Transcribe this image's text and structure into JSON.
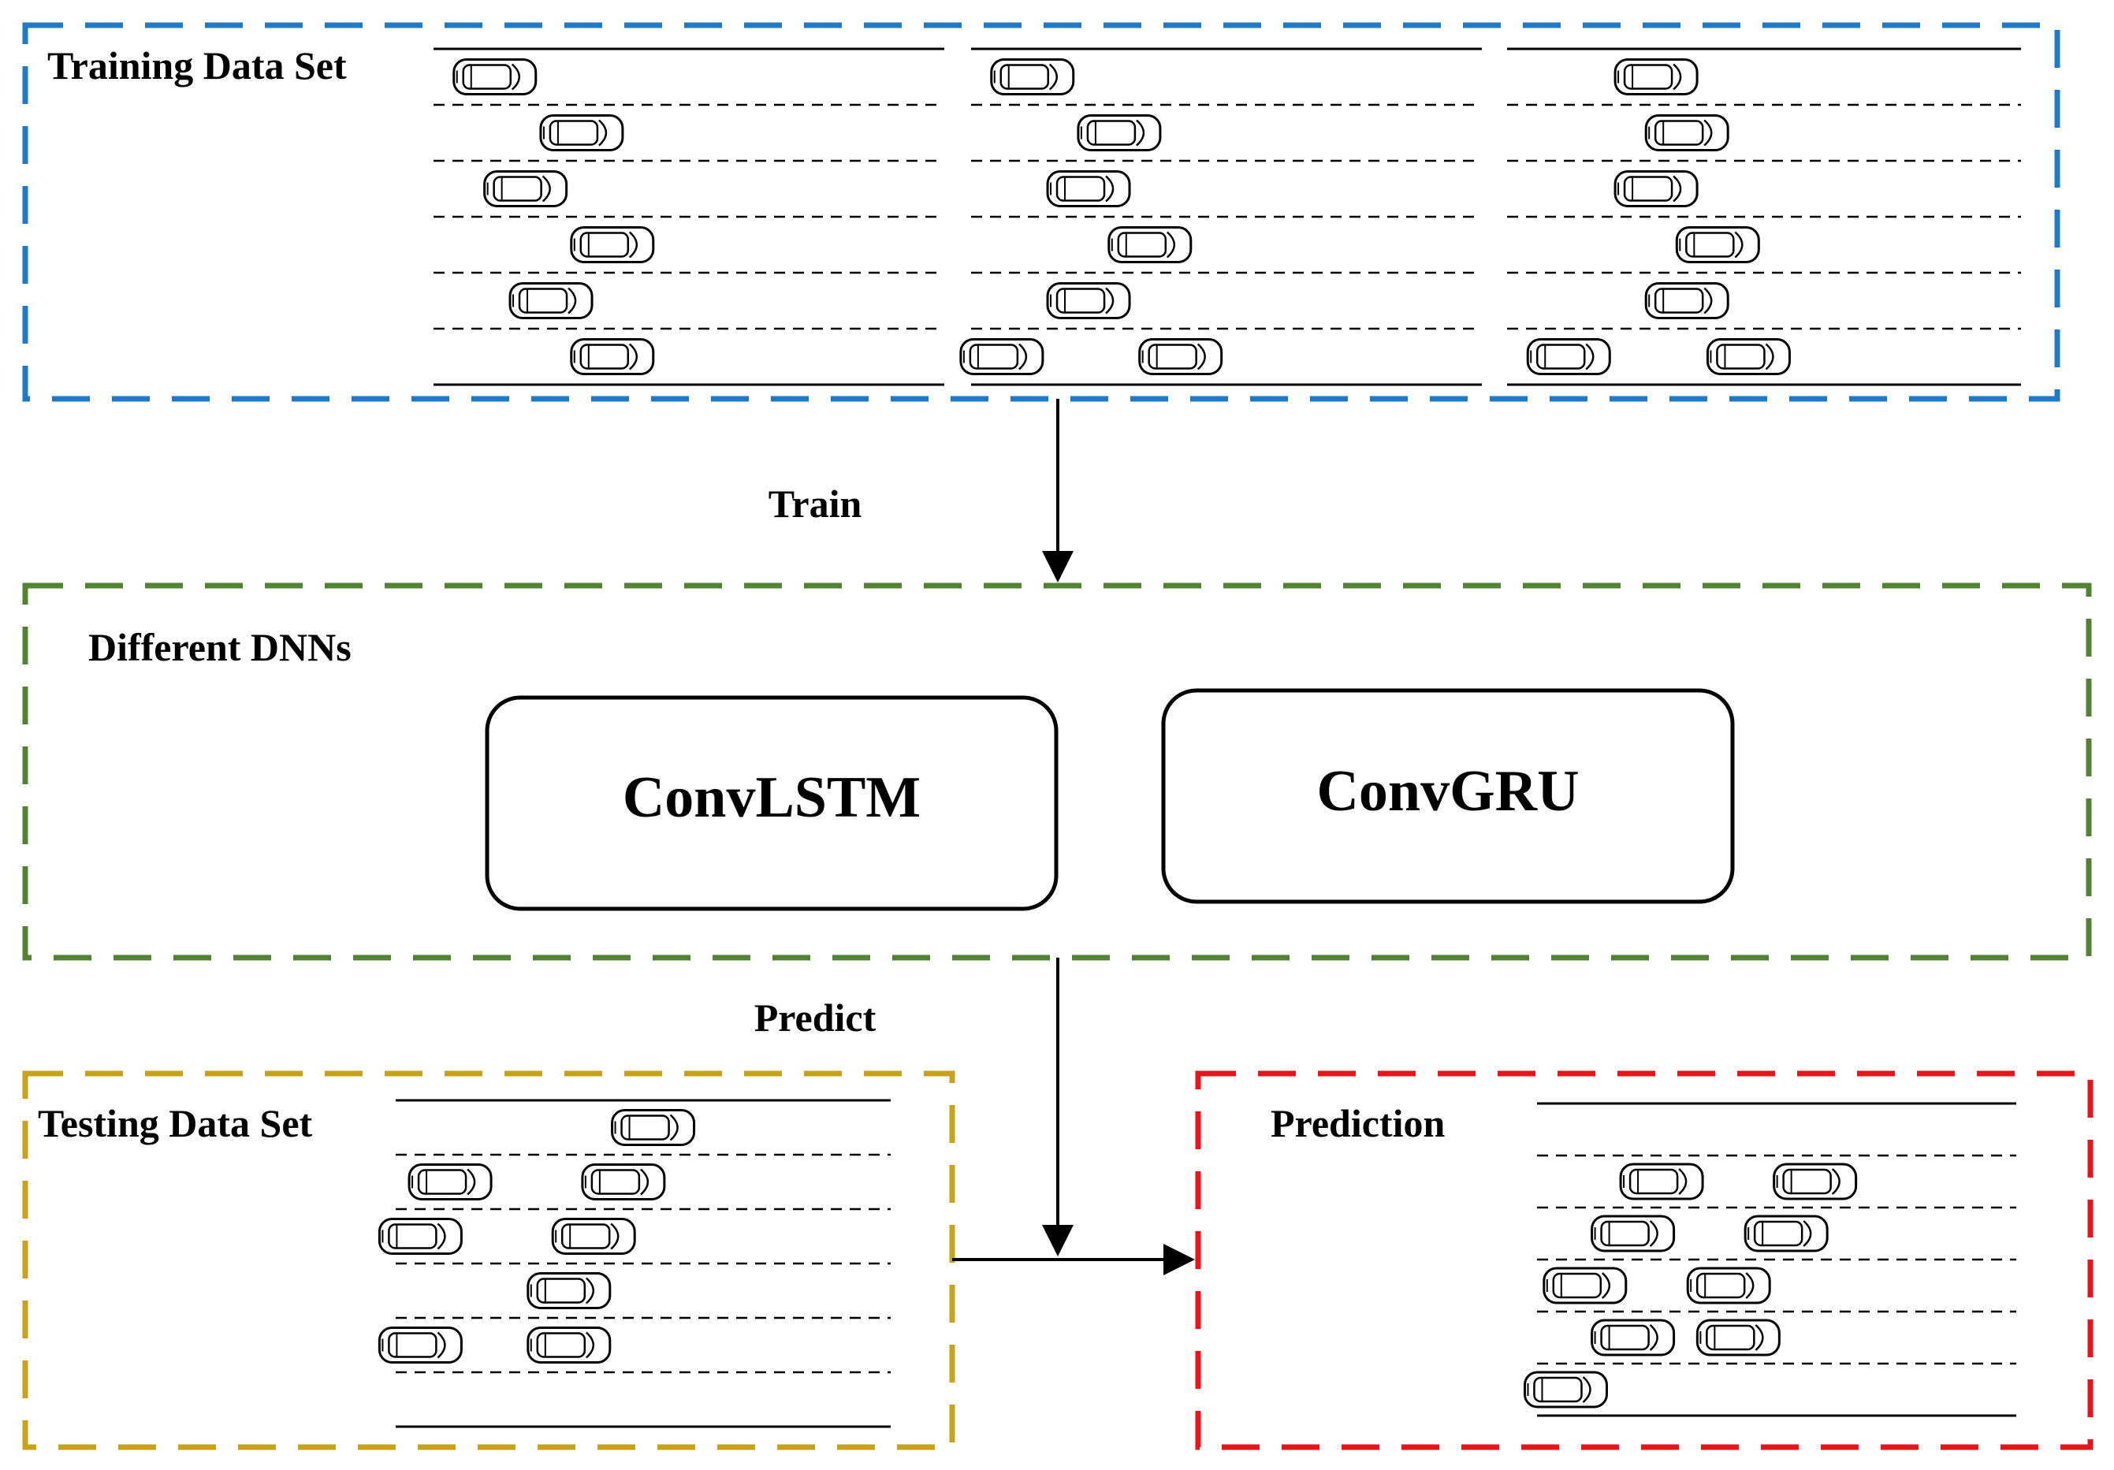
{
  "training": {
    "title": "Training Data Set",
    "color": "#1f78c8"
  },
  "train_label": "Train",
  "dnn": {
    "title": "Different DNNs",
    "color": "#548235",
    "models": [
      "ConvLSTM",
      "ConvGRU"
    ]
  },
  "predict_label": "Predict",
  "testing": {
    "title": "Testing Data Set",
    "color": "#c9a21c"
  },
  "prediction": {
    "title": "Prediction",
    "color": "#e8141c"
  },
  "icons": {
    "car": "car-topview-icon"
  }
}
